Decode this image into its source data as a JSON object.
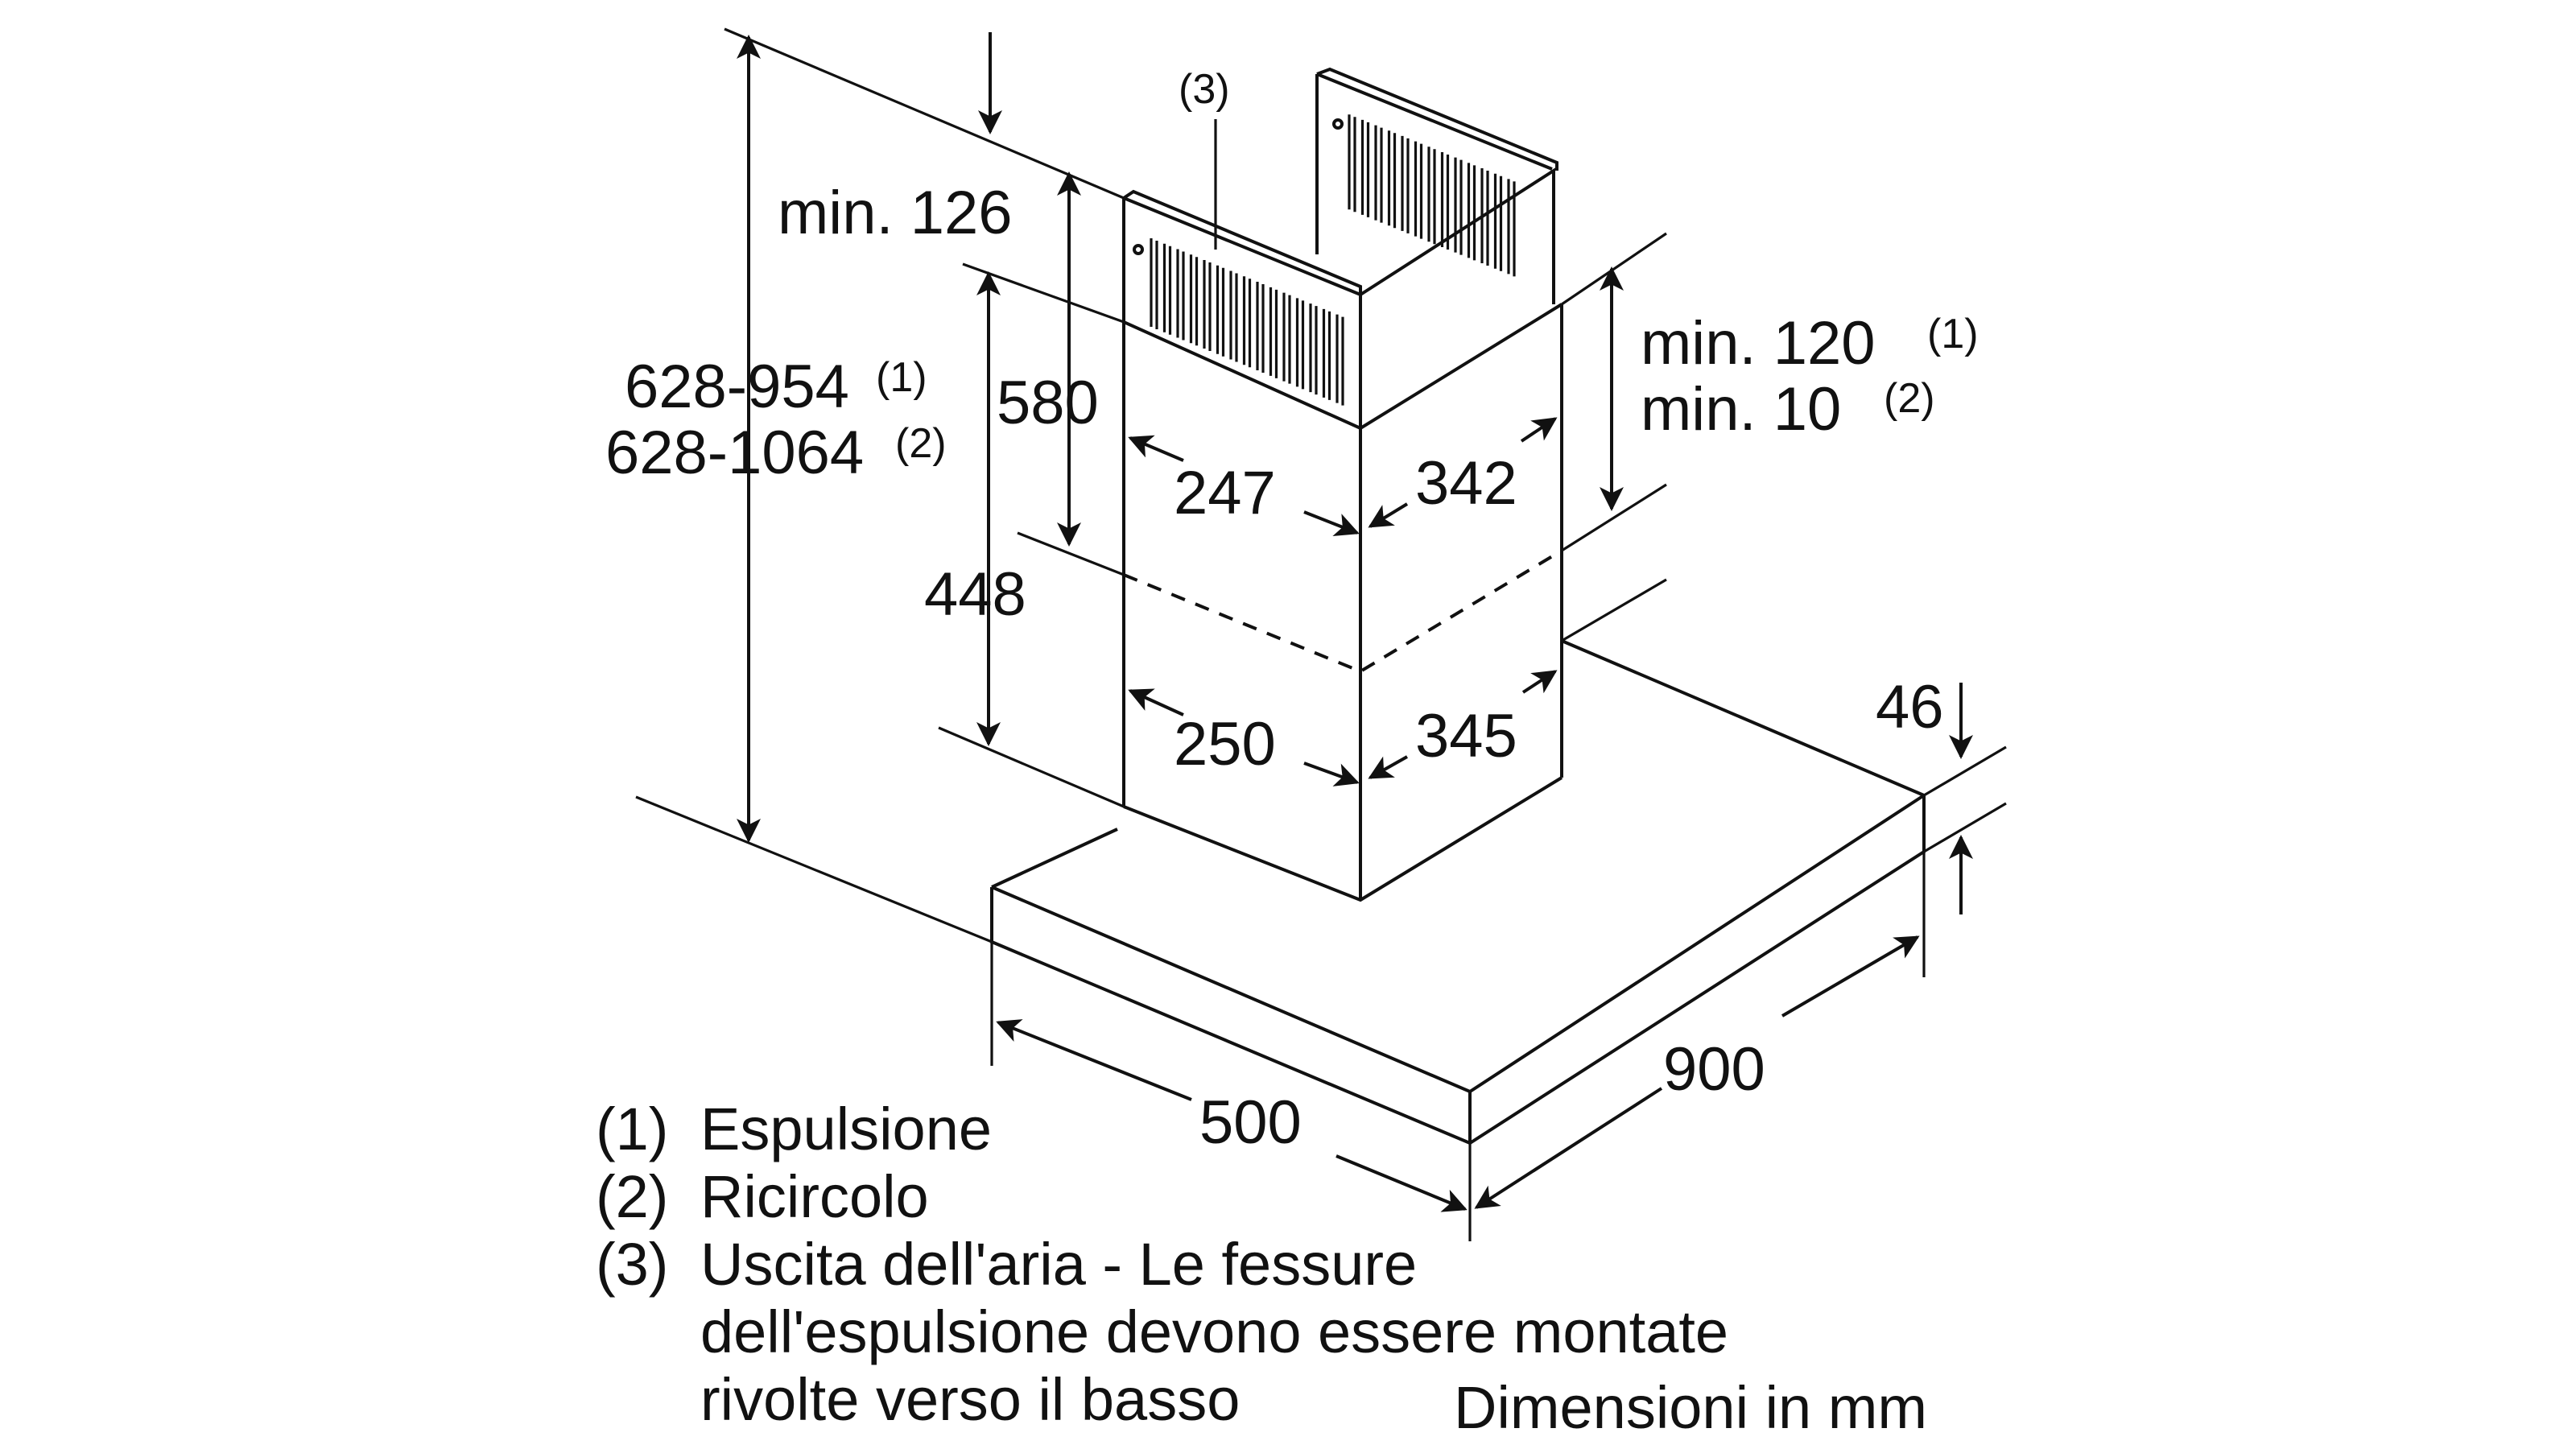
{
  "diagram": {
    "dimensions": {
      "total_height_1": "628-954",
      "total_height_1_note": "(1)",
      "total_height_2": "628-1064",
      "total_height_2_note": "(2)",
      "min_top": "min. 126",
      "chimney_upper": "580",
      "chimney_lower": "448",
      "top_width_left": "247",
      "top_width_right": "342",
      "bottom_width_left": "250",
      "bottom_width_right": "345",
      "min_exhaust": "min. 120",
      "min_exhaust_note": "(1)",
      "min_recirc": "min. 10",
      "min_recirc_note": "(2)",
      "canopy_thickness": "46",
      "canopy_depth": "500",
      "canopy_width": "900",
      "outlet_marker": "(3)"
    },
    "legend": {
      "item1_num": "(1)",
      "item1_text": "Espulsione",
      "item2_num": "(2)",
      "item2_text": "Ricircolo",
      "item3_num": "(3)",
      "item3_line1": "Uscita dell'aria - Le fessure",
      "item3_line2": "dell'espulsione devono essere montate",
      "item3_line3": "rivolte verso il basso"
    },
    "units_note": "Dimensioni in mm"
  }
}
